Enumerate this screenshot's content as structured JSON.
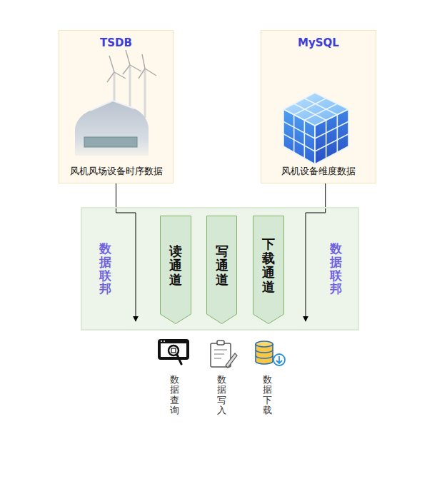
{
  "diagram": {
    "nodes": [
      {
        "text": [
          "TSDB",
          "风机风场设备时序数据"
        ]
      },
      {
        "text": [
          "MySQL",
          "风机设备维度数据"
        ]
      },
      {
        "text": [
          "数据联邦",
          "数据联邦"
        ]
      },
      {
        "text": [
          "读通道"
        ],
        "in": 2
      },
      {
        "text": [
          "写通道"
        ],
        "in": 2
      },
      {
        "text": [
          "下载通道"
        ],
        "in": 2
      }
    ],
    "edges": [
      {
        "from": 0,
        "to": 2,
        "arrow": "to"
      },
      {
        "from": 1,
        "to": 2,
        "arrow": "to"
      }
    ],
    "labels": [
      "数据查询",
      "数据写入",
      "数据下载"
    ]
  }
}
